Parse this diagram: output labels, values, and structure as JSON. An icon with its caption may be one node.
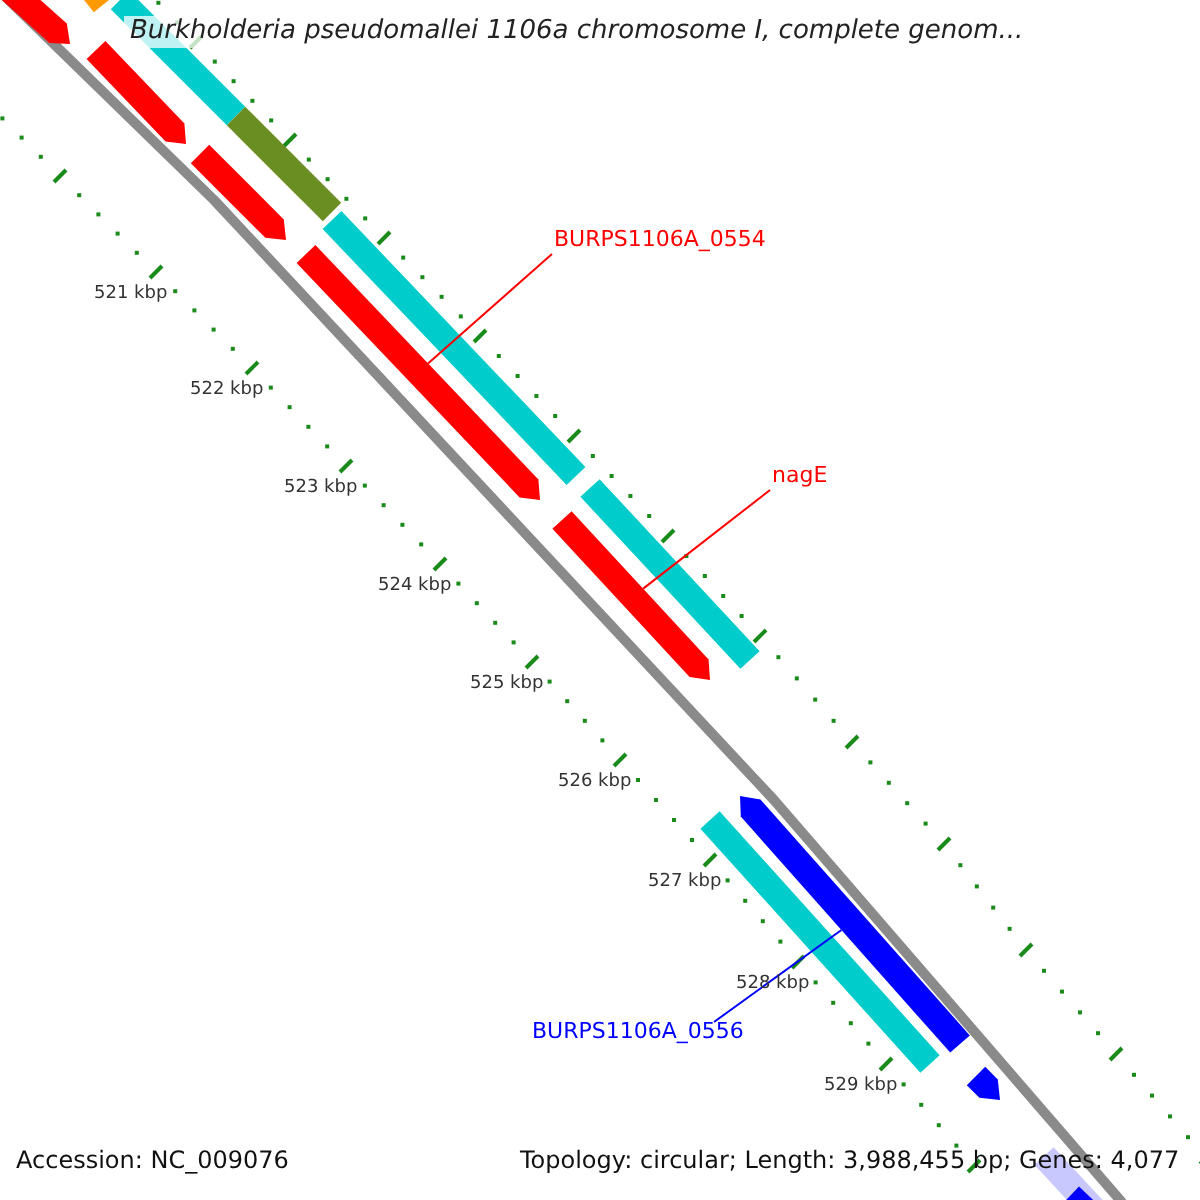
{
  "diagram": {
    "title": "Burkholderia pseudomallei 1106a chromosome I, complete genom...",
    "nodes": [
      {
        "text": [
          "BURPS1106A_0554"
        ]
      },
      {
        "text": [],
        "shape": "bar"
      },
      {
        "text": [
          "nagE"
        ]
      },
      {
        "text": [],
        "shape": "bar"
      },
      {
        "text": [
          "BURPS1106A_0556"
        ]
      },
      {
        "text": [],
        "shape": "bar"
      }
    ],
    "edges": [
      {
        "from": 0,
        "to": 1,
        "arrow": "none"
      },
      {
        "from": 2,
        "to": 3,
        "arrow": "none"
      },
      {
        "from": 4,
        "to": 5,
        "arrow": "none",
        "color": "#0000ff"
      }
    ],
    "labels": [
      "521 kbp",
      "522 kbp",
      "523 kbp",
      "524 kbp",
      "525 kbp",
      "526 kbp",
      "527 kbp",
      "528 kbp",
      "529 kbp",
      "Accession: NC_009076",
      "Topology: circular; Length: 3,988,455 bp; Genes: 4,077"
    ]
  }
}
